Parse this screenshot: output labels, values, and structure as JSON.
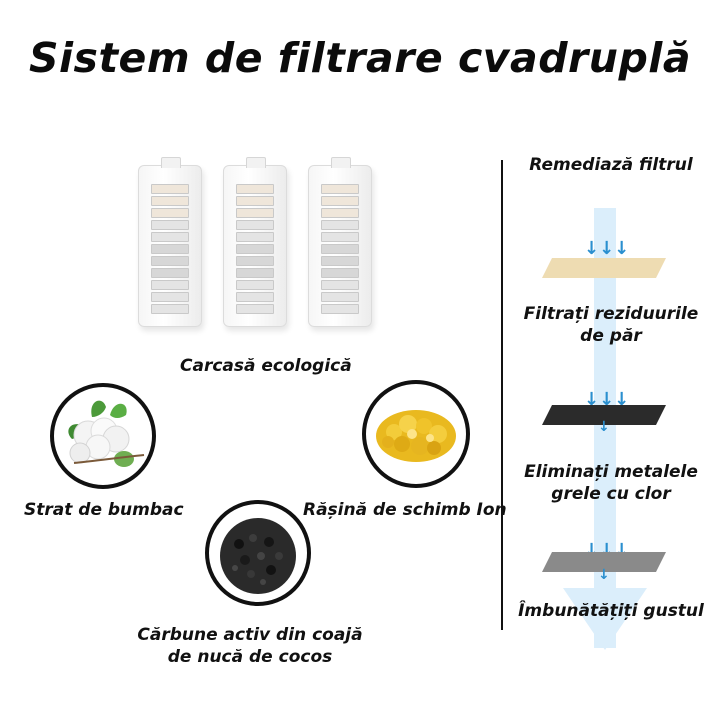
{
  "title": "Sistem de filtrare cvadruplă",
  "housing_label": "Carcasă ecologică",
  "layers": {
    "cotton": "Strat de bumbac",
    "resin": "Rășină de schimb Ion",
    "carbon_line1": "Cărbune activ din coajă",
    "carbon_line2": "de nucă de cocos"
  },
  "process": {
    "heading": "Remediază filtrul",
    "step1_line1": "Filtrați reziduurile",
    "step1_line2": "de păr",
    "step2_line1": "Eliminați metalele",
    "step2_line2": "grele cu clor",
    "step3": "Îmbunătățiți gustul"
  },
  "colors": {
    "layer_beige": "#eedcb2",
    "layer_black": "#2b2b2b",
    "layer_grey": "#8a8a8a",
    "flow_blue": "#dbeefb",
    "arrow_blue": "#2a8fcf"
  }
}
